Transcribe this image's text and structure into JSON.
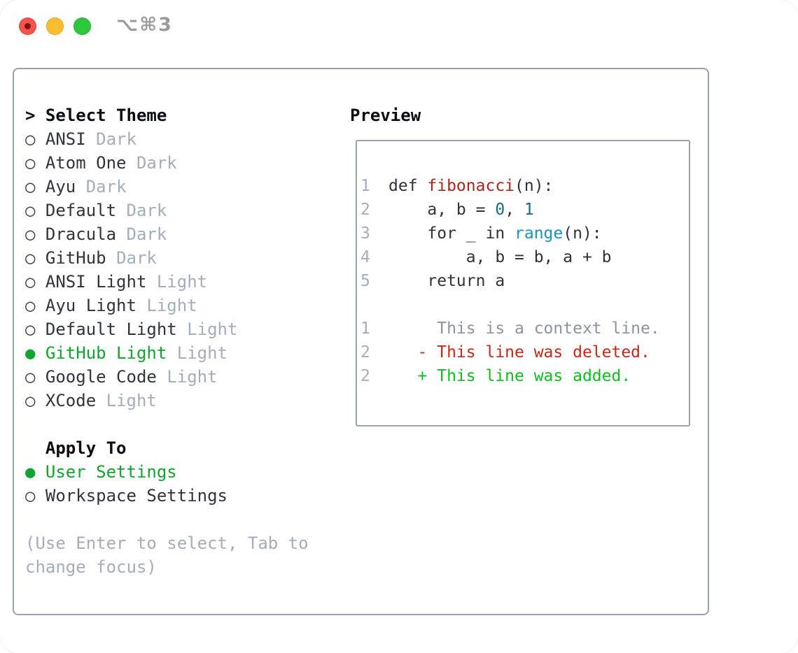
{
  "titlebar": {
    "shortcut": "⌥⌘3",
    "buttons": [
      "close",
      "minimize",
      "zoom"
    ]
  },
  "theme_panel": {
    "title_marker": ">",
    "title": "Select Theme",
    "themes": [
      {
        "name": "ANSI",
        "variant": "Dark",
        "selected": false
      },
      {
        "name": "Atom One",
        "variant": "Dark",
        "selected": false
      },
      {
        "name": "Ayu",
        "variant": "Dark",
        "selected": false
      },
      {
        "name": "Default",
        "variant": "Dark",
        "selected": false
      },
      {
        "name": "Dracula",
        "variant": "Dark",
        "selected": false
      },
      {
        "name": "GitHub",
        "variant": "Dark",
        "selected": false
      },
      {
        "name": "ANSI Light",
        "variant": "Light",
        "selected": false
      },
      {
        "name": "Ayu Light",
        "variant": "Light",
        "selected": false
      },
      {
        "name": "Default Light",
        "variant": "Light",
        "selected": false
      },
      {
        "name": "GitHub Light",
        "variant": "Light",
        "selected": true
      },
      {
        "name": "Google Code",
        "variant": "Light",
        "selected": false
      },
      {
        "name": "XCode",
        "variant": "Light",
        "selected": false
      }
    ],
    "apply_to": {
      "title": "Apply To",
      "options": [
        {
          "name": "User Settings",
          "selected": true
        },
        {
          "name": "Workspace Settings",
          "selected": false
        }
      ]
    },
    "hint_lines": [
      "(Use Enter to select, Tab to",
      "change focus)"
    ]
  },
  "preview": {
    "title": "Preview",
    "code_lines": [
      {
        "num": "1",
        "tokens": [
          {
            "text": "def ",
            "style": "plain"
          },
          {
            "text": "fibonacci",
            "style": "function"
          },
          {
            "text": "(n):",
            "style": "plain"
          }
        ]
      },
      {
        "num": "2",
        "tokens": [
          {
            "text": "    a, b = ",
            "style": "plain"
          },
          {
            "text": "0",
            "style": "number"
          },
          {
            "text": ", ",
            "style": "plain"
          },
          {
            "text": "1",
            "style": "number"
          }
        ]
      },
      {
        "num": "3",
        "tokens": [
          {
            "text": "    for _ in ",
            "style": "plain"
          },
          {
            "text": "range",
            "style": "builtin"
          },
          {
            "text": "(n):",
            "style": "plain"
          }
        ]
      },
      {
        "num": "4",
        "tokens": [
          {
            "text": "        a, b = b, a + b",
            "style": "plain"
          }
        ]
      },
      {
        "num": "5",
        "tokens": [
          {
            "text": "    return a",
            "style": "plain"
          }
        ]
      }
    ],
    "diff_lines": [
      {
        "num": "1",
        "style": "context",
        "text": "     This is a context line."
      },
      {
        "num": "2",
        "style": "deleted",
        "text": "   - This line was deleted."
      },
      {
        "num": "2",
        "style": "added",
        "text": "   + This line was added."
      }
    ]
  },
  "colors": {
    "green_sel": "#10a52e",
    "green_add": "#0cbe1e",
    "red_del": "#c52a18",
    "code_fn": "#a8281e",
    "code_num": "#136f79",
    "code_builtin": "#1695c0",
    "code_plain": "#2e333a",
    "dark": "#30353c",
    "muted": "#a4adba",
    "ln": "#a4adba",
    "context": "#8d949c",
    "border": "#99a2ac",
    "tl_red": "#f4544d",
    "tl_yellow": "#fcbd30",
    "tl_green": "#2bc73c"
  }
}
